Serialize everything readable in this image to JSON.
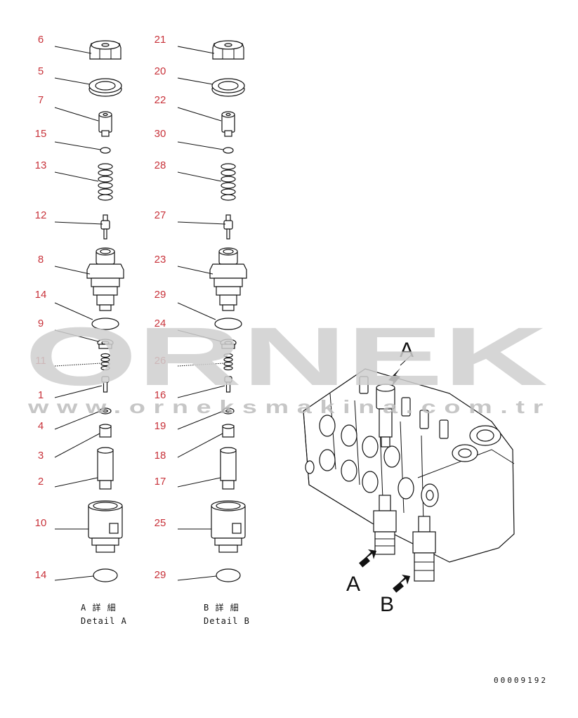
{
  "detail_a": {
    "caption_jp": "A 詳 細",
    "caption_en": "Detail A",
    "parts": [
      "6",
      "5",
      "7",
      "15",
      "13",
      "12",
      "8",
      "14",
      "9",
      "11",
      "1",
      "4",
      "3",
      "2",
      "10",
      "14"
    ]
  },
  "detail_b": {
    "caption_jp": "B 詳 細",
    "caption_en": "Detail B",
    "parts": [
      "21",
      "20",
      "22",
      "30",
      "28",
      "27",
      "23",
      "29",
      "24",
      "26",
      "16",
      "19",
      "18",
      "17",
      "25",
      "29"
    ]
  },
  "view_labels": {
    "a": "A",
    "b": "B",
    "top": "A"
  },
  "drawing_code": "00009192",
  "watermark": {
    "text": "ORNEK",
    "url": "www.orneksmakina.com.tr"
  },
  "colors": {
    "callout": "#c8323a",
    "line": "#111111",
    "watermark": "#cfcfcf"
  }
}
